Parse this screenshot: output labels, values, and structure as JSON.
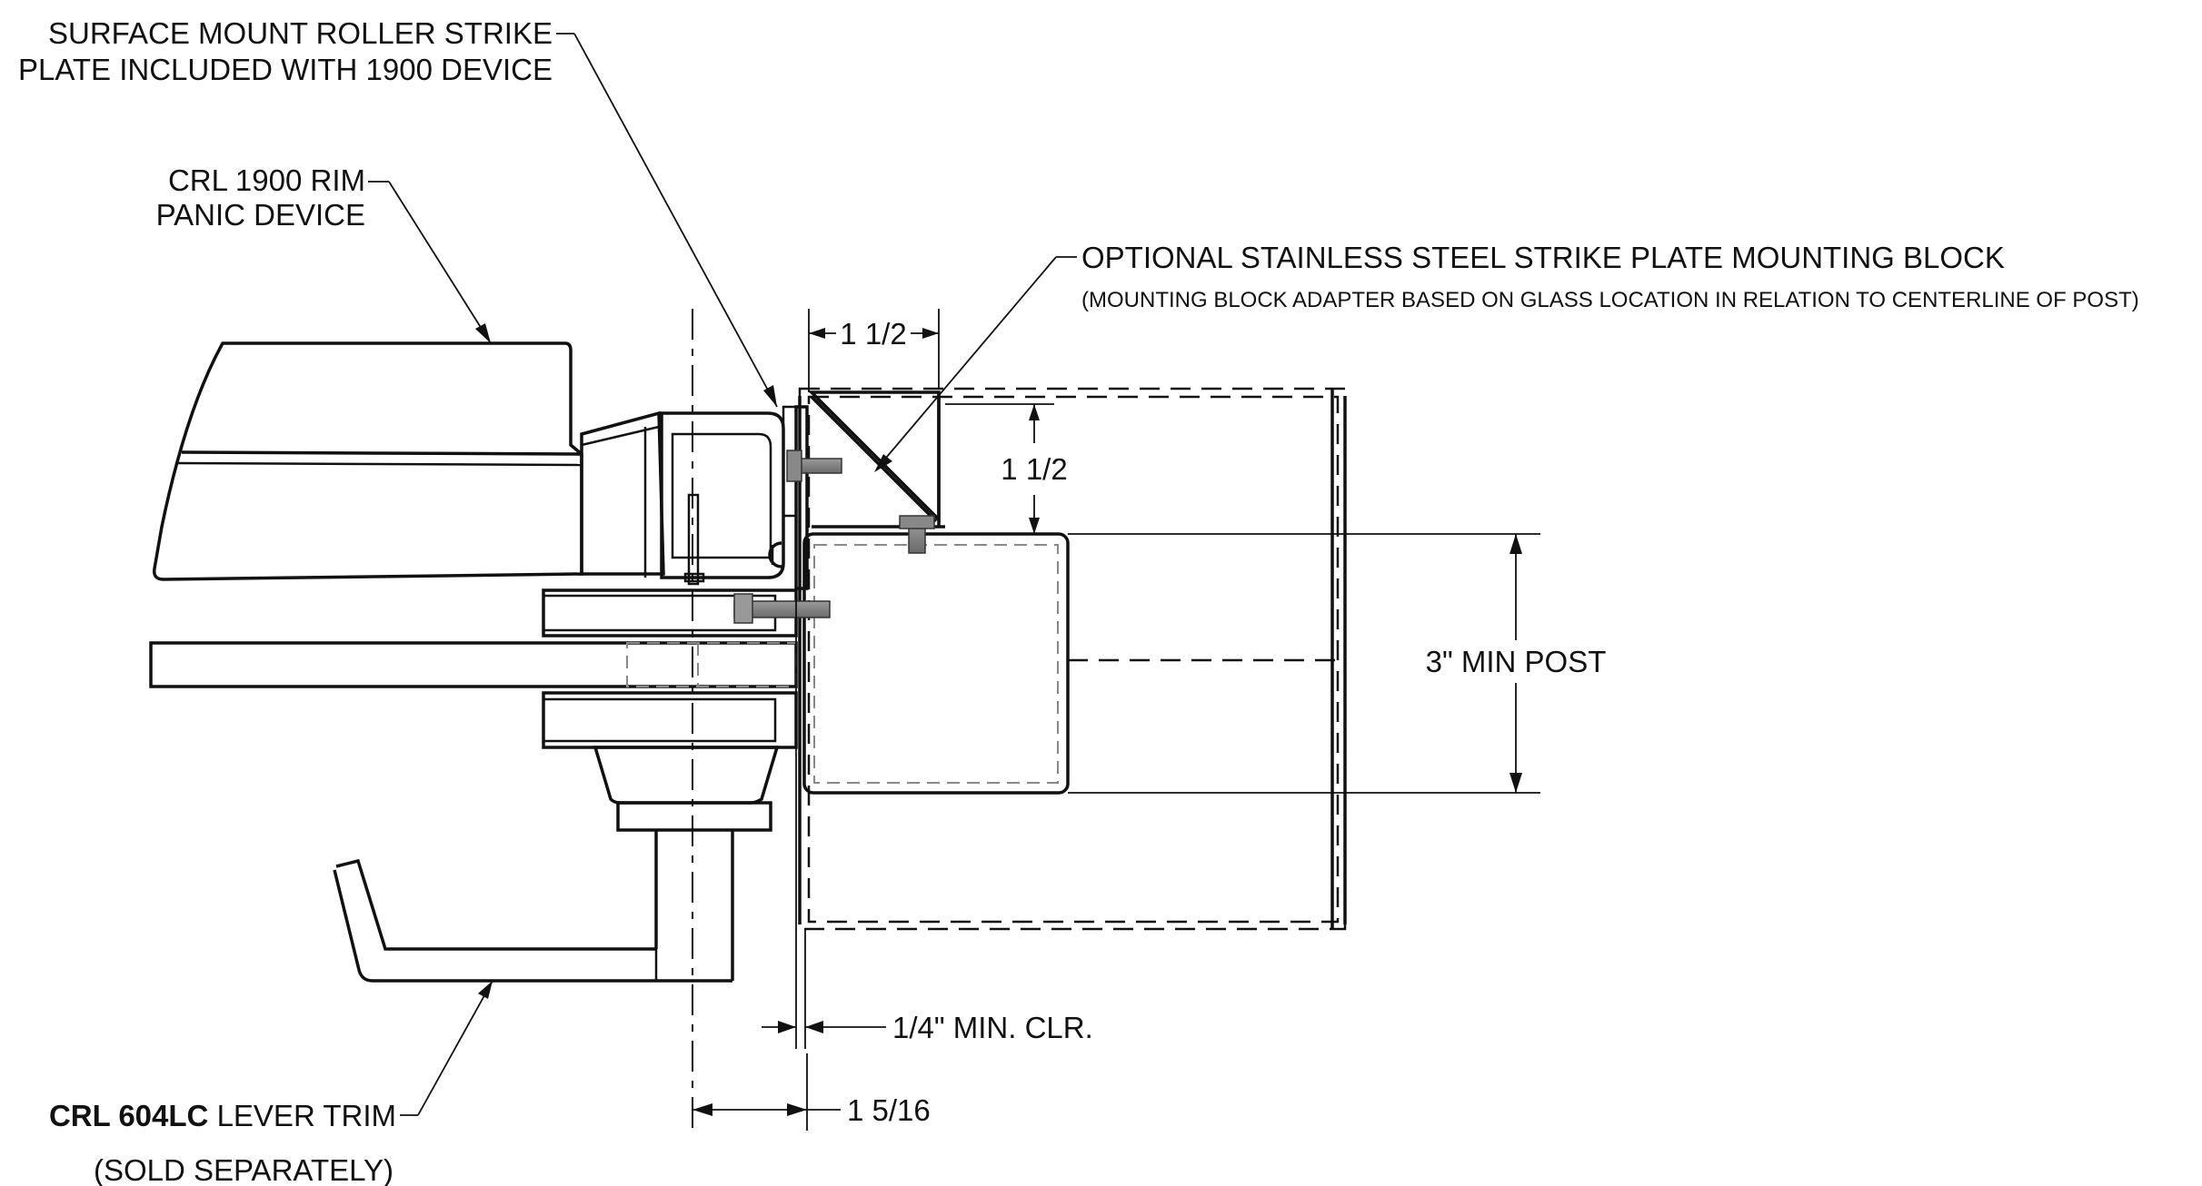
{
  "callouts": {
    "strike_plate": {
      "line1": "SURFACE MOUNT ROLLER STRIKE",
      "line2": "PLATE INCLUDED WITH 1900 DEVICE"
    },
    "panic_device": {
      "line1": "CRL 1900 RIM",
      "line2": "PANIC DEVICE"
    },
    "mounting_block": {
      "title": "OPTIONAL STAINLESS STEEL STRIKE PLATE MOUNTING BLOCK",
      "note": "(MOUNTING BLOCK ADAPTER BASED ON GLASS LOCATION IN RELATION TO CENTERLINE OF POST)"
    },
    "lever_trim": {
      "model": "CRL 604LC",
      "name": "LEVER TRIM",
      "note": "(SOLD SEPARATELY)"
    }
  },
  "dimensions": {
    "block_width": "1 1/2",
    "block_height": "1 1/2",
    "post_size": "3\" MIN POST",
    "clearance": "1/4\" MIN. CLR.",
    "centerline_offset": "1 5/16"
  }
}
